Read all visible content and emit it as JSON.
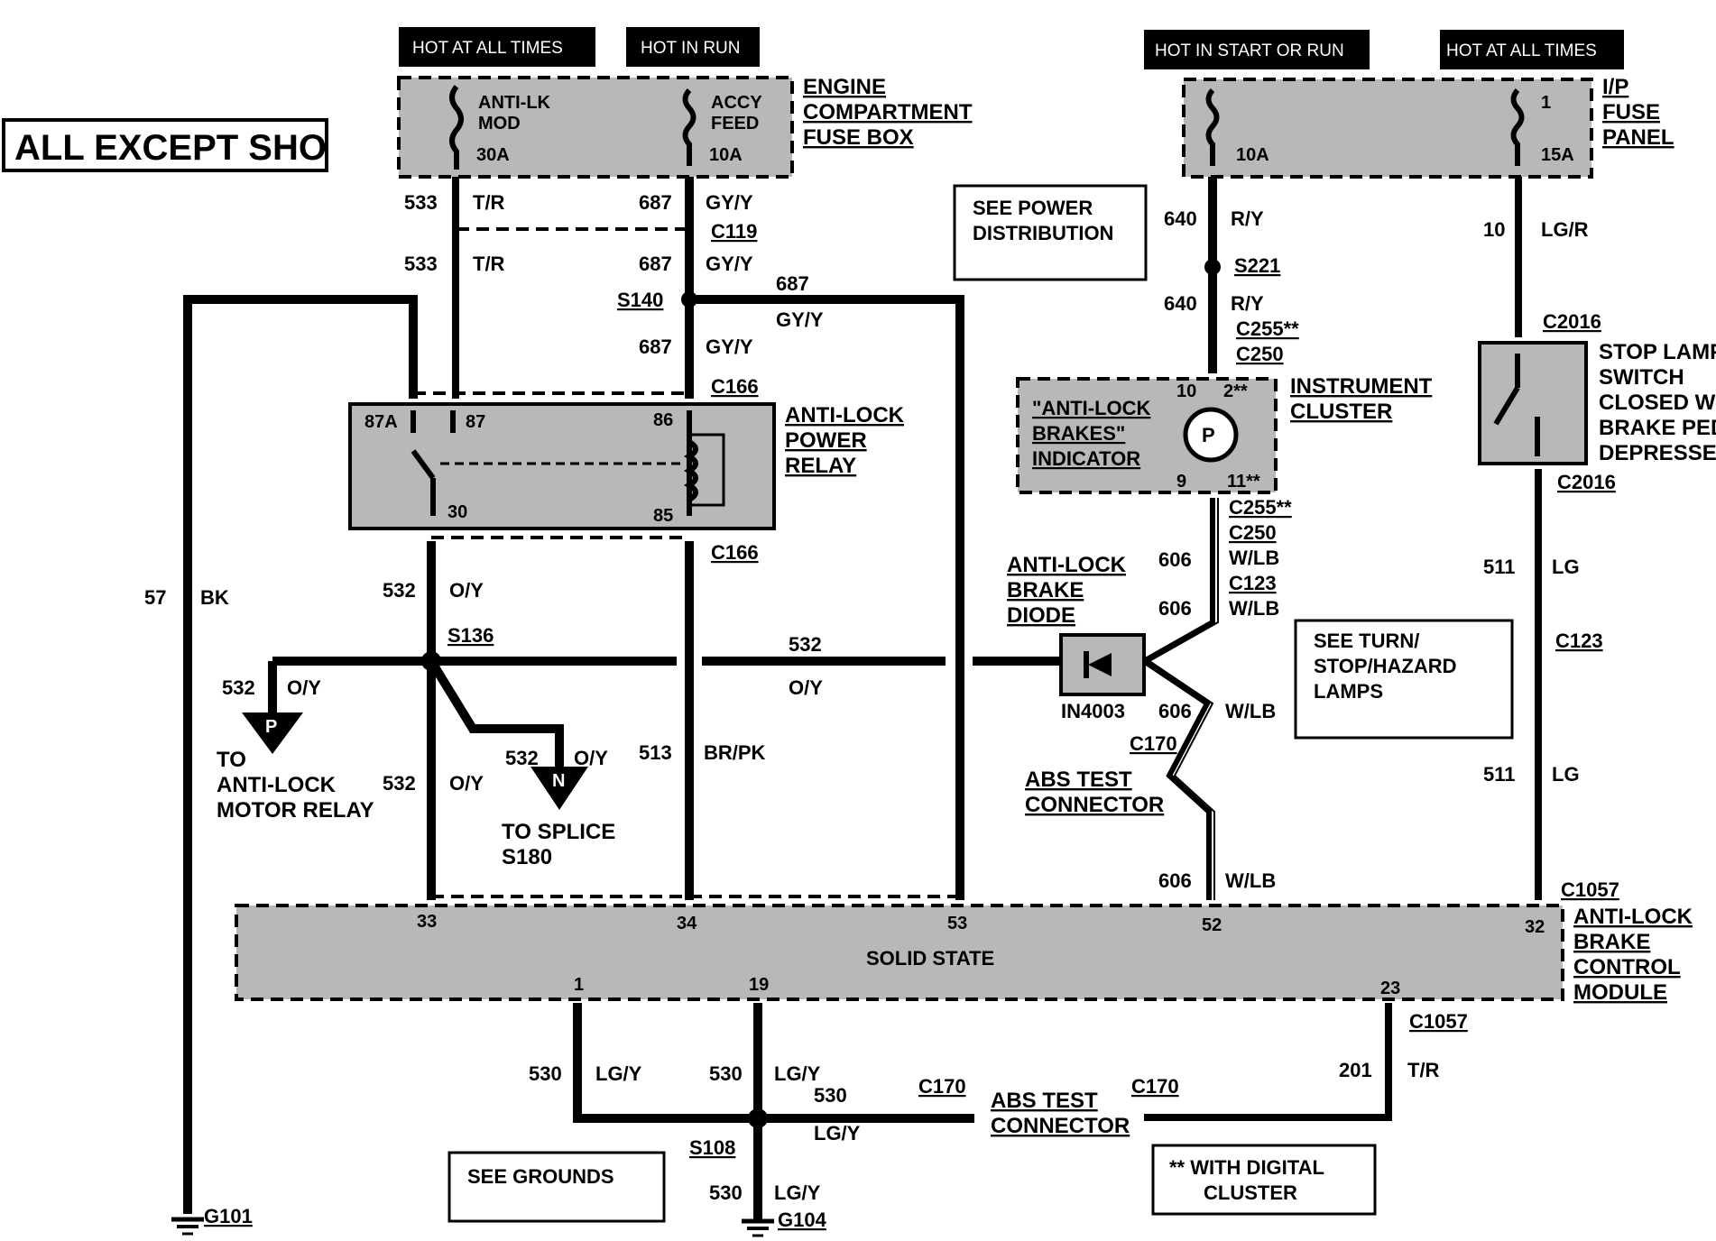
{
  "title": "ALL EXCEPT SHO",
  "power_headers": [
    "HOT AT ALL TIMES",
    "HOT IN RUN",
    "HOT IN START OR RUN",
    "HOT AT ALL TIMES"
  ],
  "engine_fuse_box": {
    "label": [
      "ENGINE",
      "COMPARTMENT",
      "FUSE BOX"
    ],
    "fuse1": [
      "ANTI-LK",
      "MOD",
      "30A"
    ],
    "fuse2": [
      "ACCY",
      "FEED",
      "10A"
    ]
  },
  "ip_fuse_panel": {
    "label": [
      "I/P",
      "FUSE",
      "PANEL"
    ],
    "fuse1": "10A",
    "fuse2": [
      "1",
      "15A"
    ]
  },
  "notes": {
    "power_distribution": [
      "SEE POWER",
      "DISTRIBUTION"
    ],
    "turn_lamps": [
      "SEE TURN/",
      "STOP/HAZARD",
      "LAMPS"
    ],
    "grounds": "SEE GROUNDS",
    "digital_cluster": [
      "** WITH DIGITAL",
      "CLUSTER"
    ]
  },
  "relay": {
    "label": [
      "ANTI-LOCK",
      "POWER",
      "RELAY"
    ],
    "pins": [
      "87A",
      "87",
      "86",
      "30",
      "85"
    ]
  },
  "instrument_cluster": {
    "label": [
      "INSTRUMENT",
      "CLUSTER"
    ],
    "indicator": [
      "\"ANTI-LOCK",
      "BRAKES\"",
      "INDICATOR"
    ],
    "pins": [
      "10",
      "2**",
      "9",
      "11**"
    ]
  },
  "stop_lamp": [
    "STOP LAMP",
    "SWITCH",
    "CLOSED WITH",
    "BRAKE PEDAL",
    "DEPRESSED"
  ],
  "diode": {
    "label": [
      "ANTI-LOCK",
      "BRAKE",
      "DIODE"
    ],
    "part": "IN4003"
  },
  "abs_test_connector": [
    "ABS TEST",
    "CONNECTOR"
  ],
  "module": {
    "label": [
      "ANTI-LOCK",
      "BRAKE",
      "CONTROL",
      "MODULE"
    ],
    "center": "SOLID STATE",
    "top_pins": [
      "33",
      "34",
      "53",
      "52",
      "32"
    ],
    "bottom_pins": [
      "1",
      "19",
      "23"
    ]
  },
  "destinations": {
    "motor_relay": [
      "TO",
      "ANTI-LOCK",
      "MOTOR RELAY"
    ],
    "splice": [
      "TO SPLICE",
      "S180"
    ],
    "p_symbol": "P",
    "n_symbol": "N"
  },
  "connectors": [
    "C119",
    "C166",
    "C166",
    "C255**",
    "C250",
    "C255**",
    "C250",
    "C123",
    "C123",
    "C2016",
    "C2016",
    "C170",
    "C1057",
    "C1057",
    "C170",
    "C170"
  ],
  "splices": [
    "S140",
    "S136",
    "S221",
    "S108"
  ],
  "grounds": [
    "G101",
    "G104"
  ],
  "wire_labels": [
    {
      "num": "533",
      "color": "T/R"
    },
    {
      "num": "687",
      "color": "GY/Y"
    },
    {
      "num": "533",
      "color": "T/R"
    },
    {
      "num": "687",
      "color": "GY/Y"
    },
    {
      "num": "687",
      "color": "GY/Y"
    },
    {
      "num": "687",
      "color": "GY/Y"
    },
    {
      "num": "640",
      "color": "R/Y"
    },
    {
      "num": "640",
      "color": "R/Y"
    },
    {
      "num": "10",
      "color": "LG/R"
    },
    {
      "num": "57",
      "color": "BK"
    },
    {
      "num": "532",
      "color": "O/Y"
    },
    {
      "num": "532",
      "color": "O/Y"
    },
    {
      "num": "532",
      "color": "O/Y"
    },
    {
      "num": "532",
      "color": "O/Y"
    },
    {
      "num": "532",
      "color": "O/Y"
    },
    {
      "num": "513",
      "color": "BR/PK"
    },
    {
      "num": "606",
      "color": "W/LB"
    },
    {
      "num": "606",
      "color": "W/LB"
    },
    {
      "num": "606",
      "color": "W/LB"
    },
    {
      "num": "606",
      "color": "W/LB"
    },
    {
      "num": "511",
      "color": "LG"
    },
    {
      "num": "511",
      "color": "LG"
    },
    {
      "num": "530",
      "color": "LG/Y"
    },
    {
      "num": "530",
      "color": "LG/Y"
    },
    {
      "num": "530",
      "color": "LG/Y"
    },
    {
      "num": "530",
      "color": "LG/Y"
    },
    {
      "num": "201",
      "color": "T/R"
    }
  ]
}
